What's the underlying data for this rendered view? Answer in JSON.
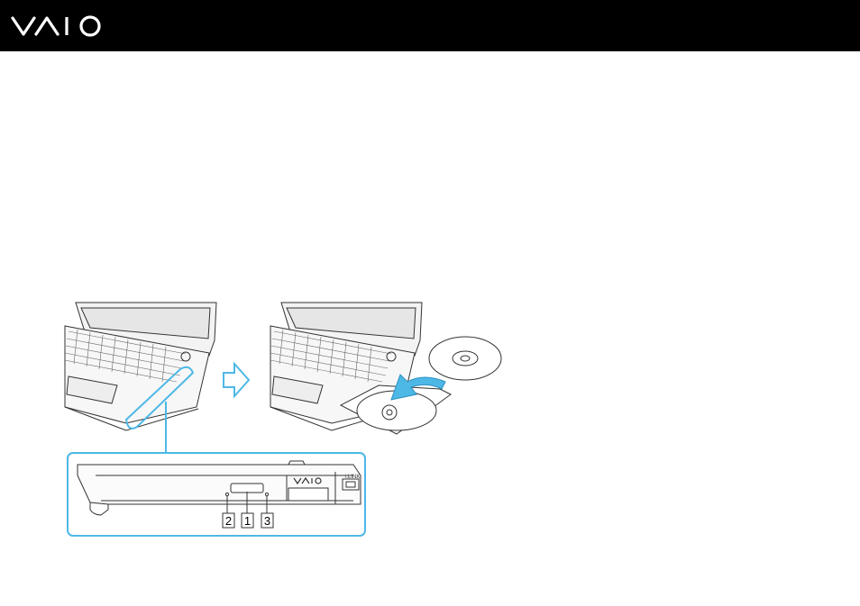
{
  "header": {
    "logo_text": "VAIO",
    "background": "#000000",
    "logo_color": "#ffffff"
  },
  "figure": {
    "accent_color": "#4db8e6",
    "callout_labels": [
      "2",
      "1",
      "3"
    ],
    "drive_logo_text": "VAIO",
    "port_label": "i.LINK"
  }
}
